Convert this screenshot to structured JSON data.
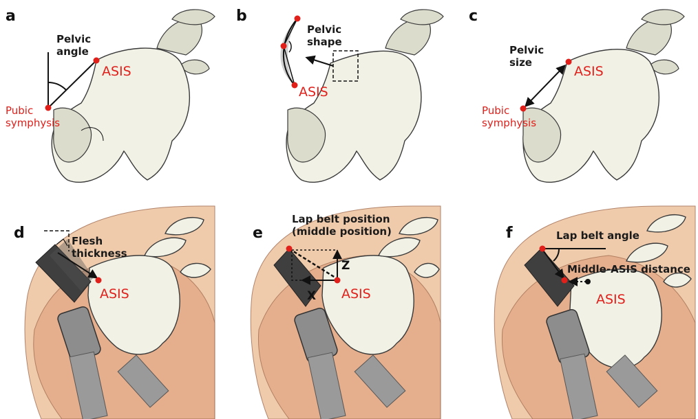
{
  "panels": {
    "a": {
      "letter": "a",
      "measure": "Pelvic angle",
      "asis": "ASIS",
      "pubic": [
        "Pubic",
        "symphysis"
      ]
    },
    "b": {
      "letter": "b",
      "measure": "Pelvic shape",
      "asis": "ASIS"
    },
    "c": {
      "letter": "c",
      "measure": "Pelvic size",
      "asis": "ASIS",
      "pubic": [
        "Pubic",
        "symphysis"
      ]
    },
    "d": {
      "letter": "d",
      "measure": "Flesh thickness",
      "asis": "ASIS"
    },
    "e": {
      "letter": "e",
      "measure": [
        "Lap belt position",
        "(middle position)"
      ],
      "asis": "ASIS",
      "z_axis": "Z",
      "x_axis": "X"
    },
    "f": {
      "letter": "f",
      "measure": "Lap belt angle",
      "measure2": "Middle-ASIS distance",
      "asis": "ASIS"
    }
  },
  "colors": {
    "landmark": "#e0201b",
    "bone": "#f1f1e6",
    "flesh": "#eec6a4",
    "belt": "#3f3f3f"
  }
}
